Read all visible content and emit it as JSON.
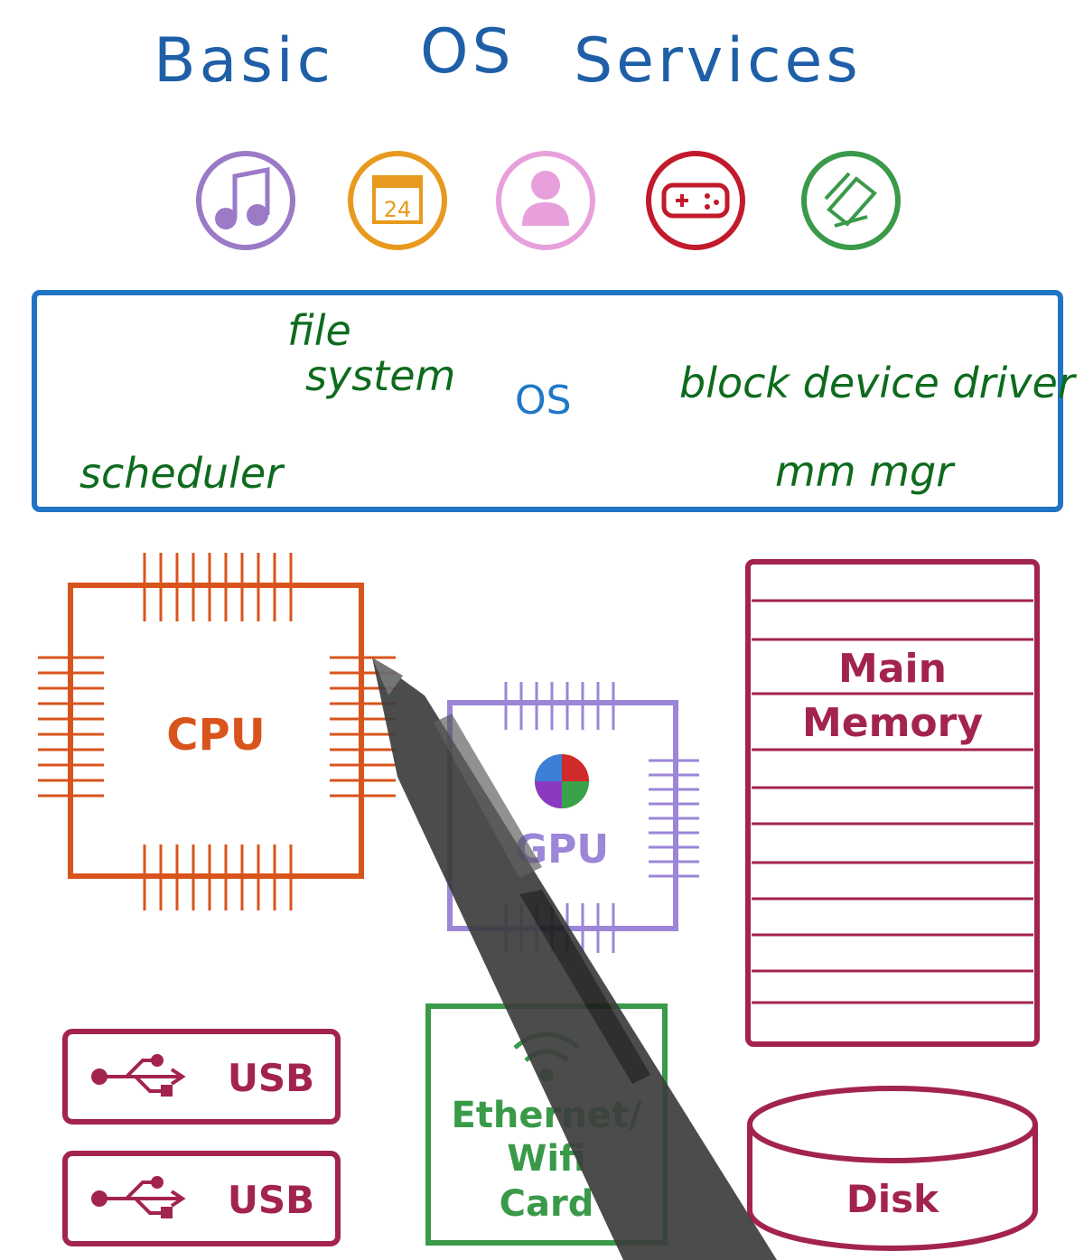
{
  "title": {
    "word1": "Basic",
    "word2": "OS",
    "word3": "Services"
  },
  "apps": [
    {
      "icon": "music-icon",
      "color": "#9b7ac8"
    },
    {
      "icon": "calendar-icon",
      "color": "#e89a1e",
      "text": "24"
    },
    {
      "icon": "user-icon",
      "color": "#e8a0dc"
    },
    {
      "icon": "gamepad-icon",
      "color": "#c21a2a"
    },
    {
      "icon": "files-icon",
      "color": "#3a9a4a"
    }
  ],
  "os_box": {
    "label": "OS",
    "file_system_line1": "file",
    "file_system_line2": "system",
    "block_device_driver": "block device driver",
    "scheduler": "scheduler",
    "mm_mgr": "mm  mgr",
    "border_color": "#1f74c4"
  },
  "hardware": {
    "cpu": {
      "label": "CPU",
      "color": "#d9541c"
    },
    "gpu": {
      "label": "GPU",
      "color": "#9b86d8"
    },
    "memory": {
      "line1": "Main",
      "line2": "Memory",
      "color": "#a32350"
    },
    "usb1": {
      "label": "USB",
      "color": "#a32350"
    },
    "usb2": {
      "label": "USB",
      "color": "#a32350"
    },
    "network": {
      "line1": "Ethernet/",
      "line2": "Wifi",
      "line3": "Card",
      "color": "#3a9a4a"
    },
    "disk": {
      "label": "Disk",
      "color": "#a32350"
    }
  }
}
